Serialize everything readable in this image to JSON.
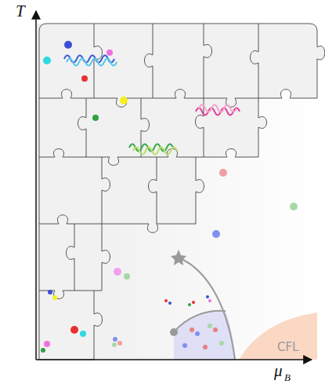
{
  "diagram": {
    "labels": [
      "T",
      "μ",
      "B",
      "CFL"
    ]
  }
}
